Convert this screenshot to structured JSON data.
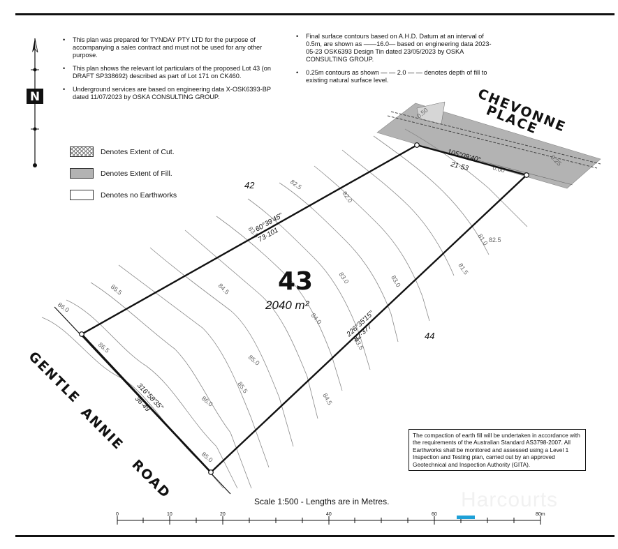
{
  "notes_left": [
    "This plan was prepared for TYNDAY PTY LTD for the purpose of accompanying a sales contract and must not be used for any other purpose.",
    "This plan shows the relevant lot particulars of the proposed Lot 43 (on DRAFT SP338692) described as part of Lot 171 on CK460.",
    "Underground services are based on engineering data X-OSK6393-BP dated 11/07/2023 by OSKA CONSULTING GROUP."
  ],
  "notes_right": [
    "Final surface contours based on A.H.D. Datum at an interval of 0.5m, are shown as ——16.0— based on engineering data 2023-05-23 OSK6393 Design Tin dated 23/05/2023 by OSKA CONSULTING GROUP.",
    "0.25m contours as shown — — 2.0 — — denotes depth of fill to existing natural surface level."
  ],
  "legend": {
    "cut": "Denotes Extent of Cut.",
    "fill": "Denotes Extent of Fill.",
    "none": "Denotes no Earthworks"
  },
  "north_label": "N",
  "roads": {
    "top": [
      "CHEVONNE",
      "PLACE"
    ],
    "left": [
      "GENTLE",
      "ANNIE",
      "ROAD"
    ]
  },
  "lot": {
    "number": "43",
    "area": "2040 m²"
  },
  "neighbours": [
    "42",
    "44"
  ],
  "boundaries": {
    "north": {
      "bearing": "60°39'45\"",
      "length": "73·101"
    },
    "east": {
      "bearing": "105°09'40\"",
      "length": "21·53"
    },
    "south": {
      "bearing": "226°35'15\"",
      "length": "82·377"
    },
    "west": {
      "bearing": "316°58'35\"",
      "length": "36·49"
    }
  },
  "contour_labels": [
    "86.0",
    "85.5",
    "85.0",
    "84.5",
    "84.0",
    "83.5",
    "83.0",
    "82.5",
    "82.0",
    "81.5",
    "81.0",
    "86.5",
    "86.0",
    "85.5",
    "85.0",
    "84.5",
    "83.5",
    "83.0",
    "82.5"
  ],
  "fill_labels": [
    "0.50",
    "0.25",
    "0.00"
  ],
  "compaction_note": "The compaction of earth fill will be undertaken in accordance with the requirements of the Australian Standard AS3798-2007. All Earthworks shall be monitored and assessed using a Level 1 Inspection and Testing plan, carried out by an approved Geotechnical and Inspection Authority (GITA).",
  "scale": {
    "title": "Scale 1:500 - Lengths are in Metres.",
    "ticks": [
      "0",
      "10",
      "20",
      "40",
      "60",
      "80m"
    ]
  },
  "watermark": "Harcourts",
  "colors": {
    "fill_grey": "#b3b3b3",
    "accent": "#1ea0d7",
    "line": "#111111"
  }
}
